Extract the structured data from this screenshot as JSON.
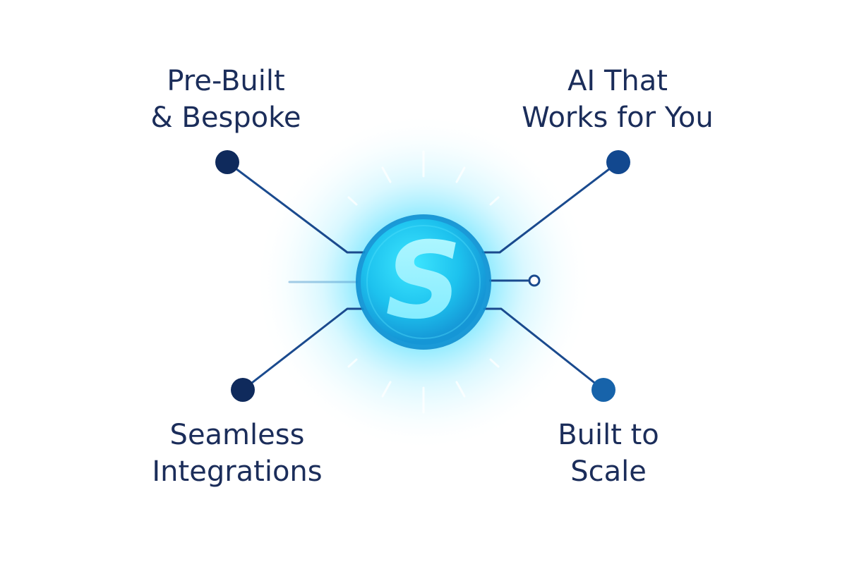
{
  "diagram": {
    "center": {
      "letter": "S",
      "icon": "glowing-s-logo-icon"
    },
    "nodes": [
      {
        "id": "top-left",
        "line1": "Pre-Built",
        "line2": "& Bespoke"
      },
      {
        "id": "top-right",
        "line1": "AI That",
        "line2": "Works for You"
      },
      {
        "id": "bottom-left",
        "line1": "Seamless",
        "line2": "Integrations"
      },
      {
        "id": "bottom-right",
        "line1": "Built to",
        "line2": "Scale"
      }
    ]
  },
  "colors": {
    "label_text": "#1b2d5a",
    "node_dark": "#0f2a5c",
    "node_mid": "#12488f",
    "node_light": "#1763aa",
    "line": "#1a4a8e",
    "glow": "#3fe0ff",
    "orb_core": "#22c8ef",
    "orb_ring": "#1aa6dc",
    "letter": "#8ef2ff"
  }
}
